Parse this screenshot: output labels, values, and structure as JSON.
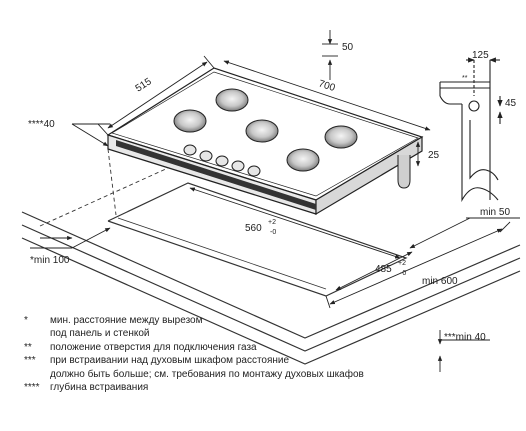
{
  "dimensions": {
    "depth_515": "515",
    "width_700": "700",
    "top_50": "50",
    "side_125": "125",
    "side_45": "45",
    "side_marker": "**",
    "height_25": "25",
    "depth_40": "****40",
    "cut_width_560": "560",
    "cut_width_tol_plus": "+2",
    "cut_width_tol_minus": "-0",
    "cut_depth_485": "485",
    "cut_depth_tol_plus": "+2",
    "cut_depth_tol_minus": "-0",
    "min_50": "min 50",
    "min_600": "min 600",
    "min_100": "*min 100",
    "min_40": "***min 40"
  },
  "legend": [
    {
      "mark": "*",
      "text": "мин. расстояние между вырезом"
    },
    {
      "mark": "",
      "text": "под панель и стенкой"
    },
    {
      "mark": "**",
      "text": "положение отверстия для подключения газа"
    },
    {
      "mark": "***",
      "text": "при встраивании над духовым шкафом расстояние"
    },
    {
      "mark": "",
      "text": "должно быть больше; см. требования по монтажу духовых шкафов"
    },
    {
      "mark": "****",
      "text": "глубина встраивания"
    }
  ]
}
